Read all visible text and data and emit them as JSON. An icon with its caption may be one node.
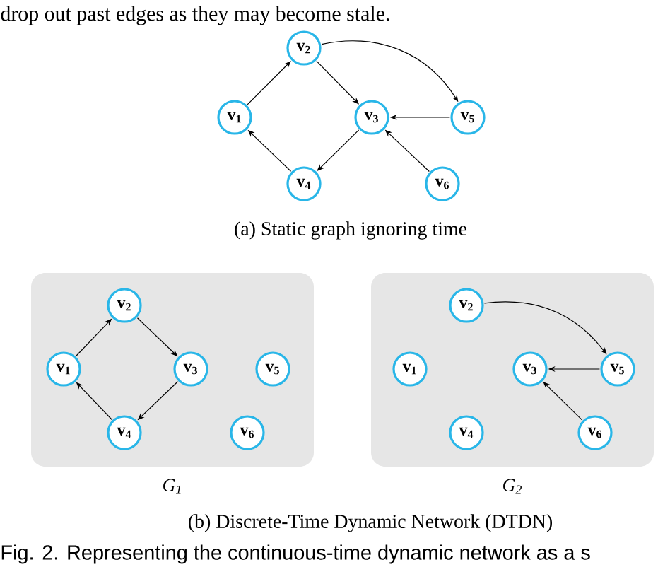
{
  "diagram": {
    "nodes": [
      {
        "text": [
          "v$_{1}$"
        ]
      },
      {
        "text": [
          "v$_{2}$"
        ]
      },
      {
        "text": [
          "v$_{3}$"
        ]
      },
      {
        "text": [
          "v$_{4}$"
        ]
      },
      {
        "text": [
          "v$_{5}$"
        ]
      },
      {
        "text": [
          "v$_{6}$"
        ]
      },
      {
        "text": [
          "G$_{1}$"
        ]
      },
      {
        "text": [
          "v$_{1}$"
        ],
        "in": 6
      },
      {
        "text": [
          "v$_{2}$"
        ],
        "in": 6
      },
      {
        "text": [
          "v$_{3}$"
        ],
        "in": 6
      },
      {
        "text": [
          "v$_{4}$"
        ],
        "in": 6
      },
      {
        "text": [
          "v$_{5}$"
        ],
        "in": 6
      },
      {
        "text": [
          "v$_{6}$"
        ],
        "in": 6
      },
      {
        "text": [
          "G$_{2}$"
        ]
      },
      {
        "text": [
          "v$_{1}$"
        ],
        "in": 13
      },
      {
        "text": [
          "v$_{2}$"
        ],
        "in": 13
      },
      {
        "text": [
          "v$_{3}$"
        ],
        "in": 13
      },
      {
        "text": [
          "v$_{4}$"
        ],
        "in": 13
      },
      {
        "text": [
          "v$_{5}$"
        ],
        "in": 13
      },
      {
        "text": [
          "v$_{6}$"
        ],
        "in": 13
      }
    ],
    "edges": [
      {
        "from": 0,
        "to": 1,
        "arrow": "to"
      },
      {
        "from": 1,
        "to": 2,
        "arrow": "to"
      },
      {
        "from": 2,
        "to": 3,
        "arrow": "to"
      },
      {
        "from": 3,
        "to": 0,
        "arrow": "to"
      },
      {
        "from": 1,
        "to": 4,
        "arrow": "to"
      },
      {
        "from": 4,
        "to": 2,
        "arrow": "to"
      },
      {
        "from": 5,
        "to": 2,
        "arrow": "to"
      },
      {
        "from": 7,
        "to": 8,
        "arrow": "to"
      },
      {
        "from": 8,
        "to": 9,
        "arrow": "to"
      },
      {
        "from": 9,
        "to": 10,
        "arrow": "to"
      },
      {
        "from": 10,
        "to": 7,
        "arrow": "to"
      },
      {
        "from": 15,
        "to": 18,
        "arrow": "to"
      },
      {
        "from": 18,
        "to": 16,
        "arrow": "to"
      },
      {
        "from": 19,
        "to": 16,
        "arrow": "to"
      }
    ],
    "labels": [
      "drop out past edges as they may become stale.",
      "(a) Static graph ignoring time",
      "(b) Discrete-Time Dynamic Network (DTDN)",
      "Fig. 2. Representing the continuous-time dynamic network as a s"
    ]
  }
}
